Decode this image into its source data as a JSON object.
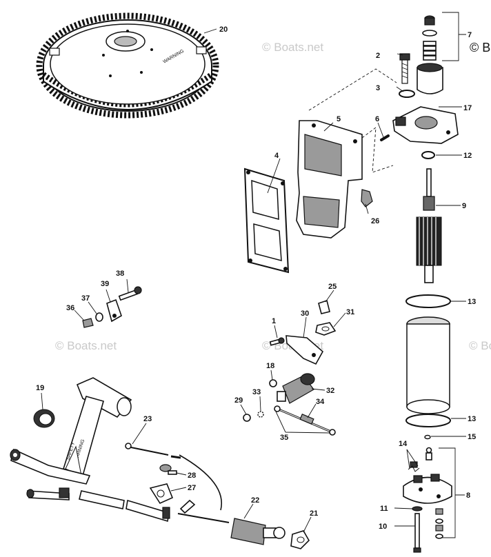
{
  "watermarks": [
    "© Boats.net",
    "© Boats.net",
    "© Boats.net",
    "© Boats.net"
  ],
  "copyright_corner": "© B",
  "flywheel_text": "WARNING",
  "handle_text_1": "SAFETY",
  "handle_text_2": "WARNING",
  "callouts": {
    "c1": "1",
    "c2": "2",
    "c3": "3",
    "c4": "4",
    "c5": "5",
    "c6": "6",
    "c7": "7",
    "c8": "8",
    "c9": "9",
    "c10": "10",
    "c11": "11",
    "c12": "12",
    "c13a": "13",
    "c13b": "13",
    "c14": "14",
    "c15": "15",
    "c17": "17",
    "c18": "18",
    "c19": "19",
    "c20": "20",
    "c21": "21",
    "c22": "22",
    "c23": "23",
    "c25": "25",
    "c26": "26",
    "c27": "27",
    "c28": "28",
    "c29": "29",
    "c30": "30",
    "c31": "31",
    "c32": "32",
    "c33": "33",
    "c34": "34",
    "c35": "35",
    "c36": "36",
    "c37": "37",
    "c38": "38",
    "c39": "39"
  }
}
